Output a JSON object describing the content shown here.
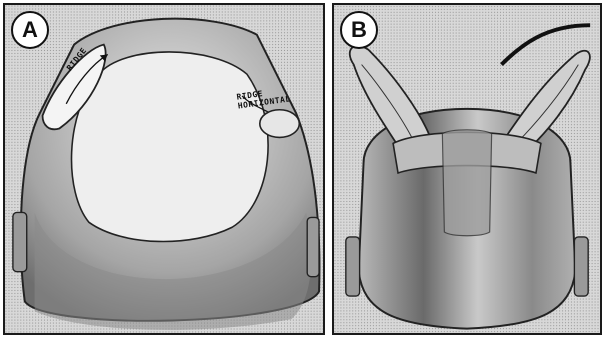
{
  "panels": [
    {
      "badge": "A",
      "annotations": {
        "ridge": "RIDGE",
        "horizontal_line1": "RIDGE",
        "horizontal_line2": "HORIZONTAL"
      }
    },
    {
      "badge": "B"
    }
  ],
  "colors": {
    "border": "#1a1a1a",
    "background": "#d6d6d6",
    "ink": "#111111",
    "badge_fill": "#ffffff"
  }
}
